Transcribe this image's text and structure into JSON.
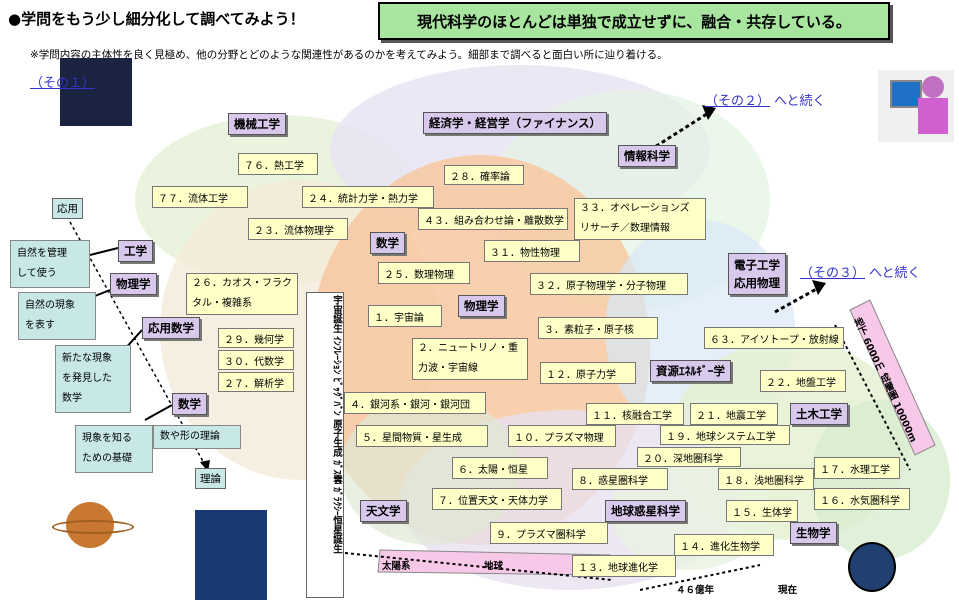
{
  "title": "●学問をもう少し細分化して調べてみよう！",
  "banner": "現代科学のほとんどは単独で成立せずに、融合・共存している。",
  "note": "※学問内容の主体性を良く見極め、他の分野とどのような関連性があるのかを考えてみよう。細部まで調べると面白い所に辿り着ける。",
  "links": {
    "part1": "（その１）",
    "part2_a": "（その２）",
    "part2_b": "へと続く",
    "part3_a": "（その３）",
    "part3_b": "へと続く"
  },
  "fields": {
    "kikai": "機械工学",
    "keizai": "経済学・経営学（ファイナンス）",
    "joho": "情報科学",
    "sugaku_c": "数学",
    "butsuri_c": "物理学",
    "denshi": "電子工学\n応用物理",
    "shigen": "資源ｴﾈﾙｷﾞｰ学",
    "doboku": "土木工学",
    "tenmon": "天文学",
    "chikyu": "地球惑星科学",
    "seibutsu": "生物学",
    "kogaku": "工学",
    "butsuri_l": "物理学",
    "oyosugaku": "応用数学",
    "sugaku_l": "数学",
    "oyo": "応用",
    "riron": "理論"
  },
  "steps": {
    "s1": "自然を管理\nして使う",
    "s2": "自然の現象\nを表す",
    "s3": "新たな現象\nを発見した\n数学",
    "s4": "現象を知る\nための基礎",
    "s4b": "数や形の理論"
  },
  "topics": {
    "t76": "７６．熱工学",
    "t77": "７７．流体工学",
    "t24": "２４．統計力学・熱力学",
    "t23": "２３．流体物理学",
    "t28": "２８．確率論",
    "t43": "４３．組み合わせ論・離散数学",
    "t33": "３３．オペレーションズ\nリサーチ／数理情報",
    "t31": "３１．物性物理",
    "t25": "２５．数理物理",
    "t32": "３２．原子物理学・分子物理",
    "t1": "１．宇宙論",
    "t3": "３．素粒子・原子核",
    "t63": "６３．アイソトープ・放射線",
    "t26": "２６．カオス・フラク\nタル・複雑系",
    "t29": "２９．幾何学",
    "t30": "３０．代数学",
    "t27": "２７．解析学",
    "t2": "２．ニュートリノ・重\n力波・宇宙線",
    "t12": "１２．原子力学",
    "t22": "２２．地盤工学",
    "t4": "４．銀河系・銀河・銀河団",
    "t11": "１１．核融合工学",
    "t21": "２１．地震工学",
    "t5": "５．星間物質・星生成",
    "t10": "１０．プラズマ物理",
    "t19": "１９．地球システム工学",
    "t20": "２０．深地圏科学",
    "t6": "６．太陽・恒星",
    "t17": "１７．水理工学",
    "t8": "８．惑星圏科学",
    "t18": "１８．浅地圏科学",
    "t7": "７．位置天文・天体力学",
    "t16": "１６．水気圏科学",
    "t15": "１５．生体学",
    "t9": "９．プラズマ圏科学",
    "t14": "１４．進化生物学",
    "t13": "１３．地球進化学"
  },
  "vertical": {
    "left": "宇宙誕生 ｲﾝﾌﾚｰｼｮﾝ ﾋﾞｯｸﾞﾊﾞﾝ 原子生成 ｶﾞｽ雲 ｶﾞﾗｸｼｰ恒星誕生",
    "right": "地下 6000ｍ 成層圏 10000m"
  },
  "timeline": {
    "solar": "太陽系",
    "earth": "地球",
    "past": "４６億年",
    "now": "現在"
  },
  "colors": {
    "field_bg": "#d8c8ec",
    "topic_bg": "#ffffc8",
    "banner_bg": "#a8e6a0",
    "link": "#3333cc"
  }
}
